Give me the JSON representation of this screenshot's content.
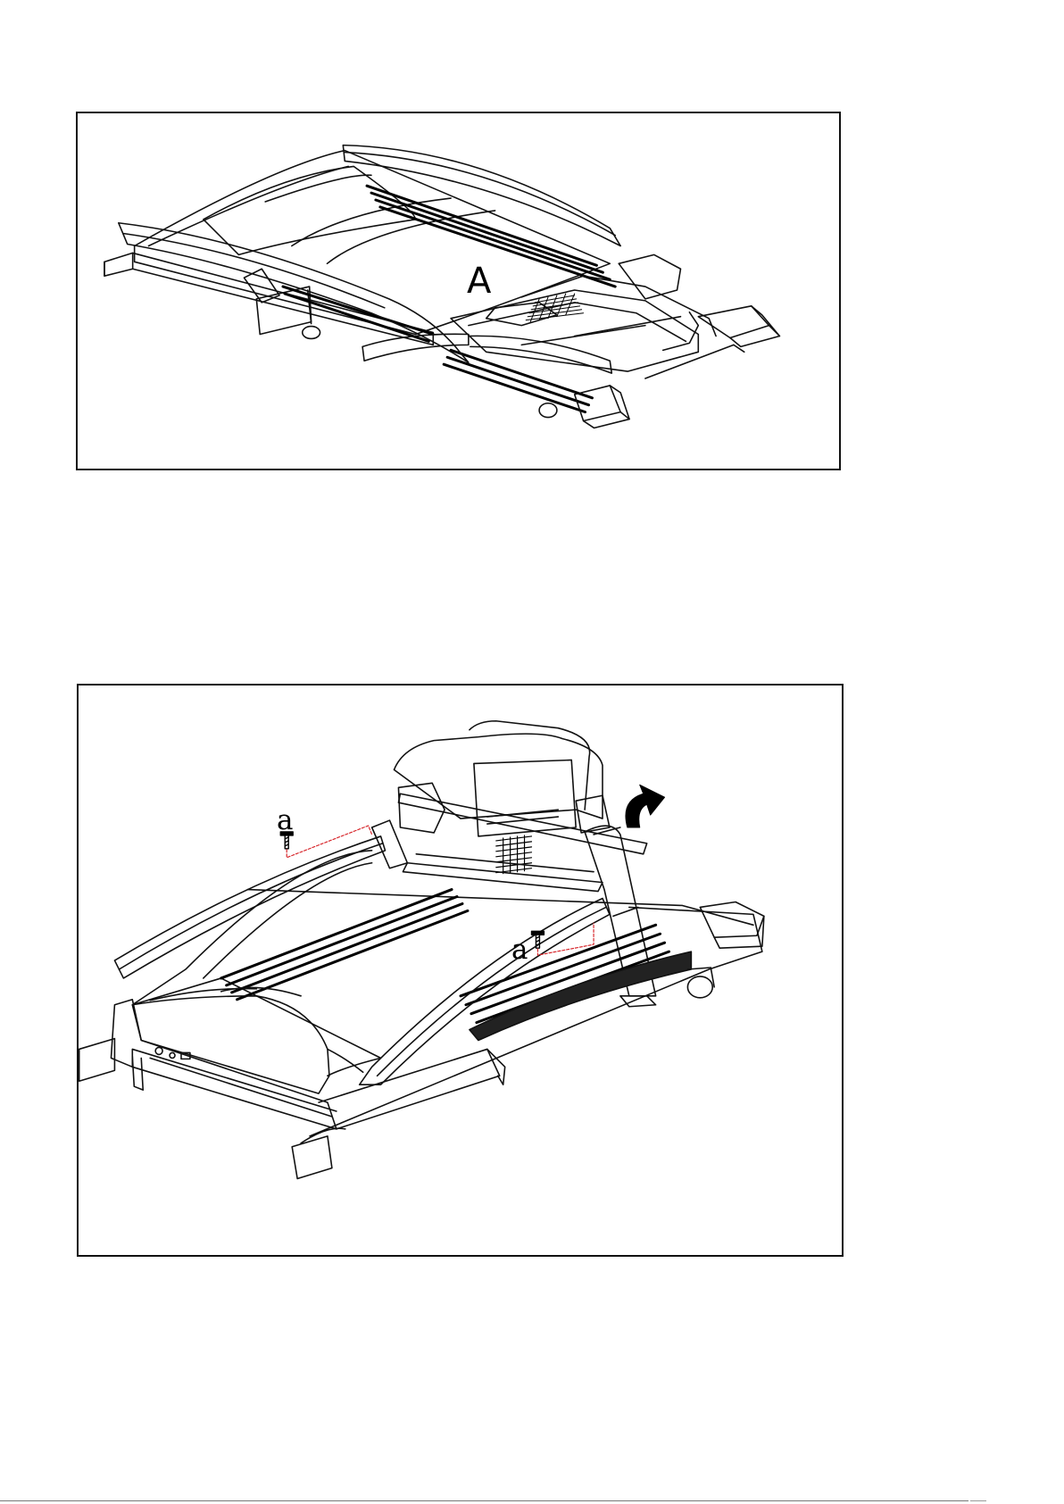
{
  "figures": [
    {
      "callouts": [
        "A"
      ]
    },
    {
      "callouts": [
        "a",
        "a"
      ]
    }
  ],
  "icons": [
    "screw-icon",
    "rotate-arrow-icon"
  ],
  "colors": {
    "line": "#111111",
    "callout_line": "#d7262b",
    "background": "#ffffff"
  }
}
